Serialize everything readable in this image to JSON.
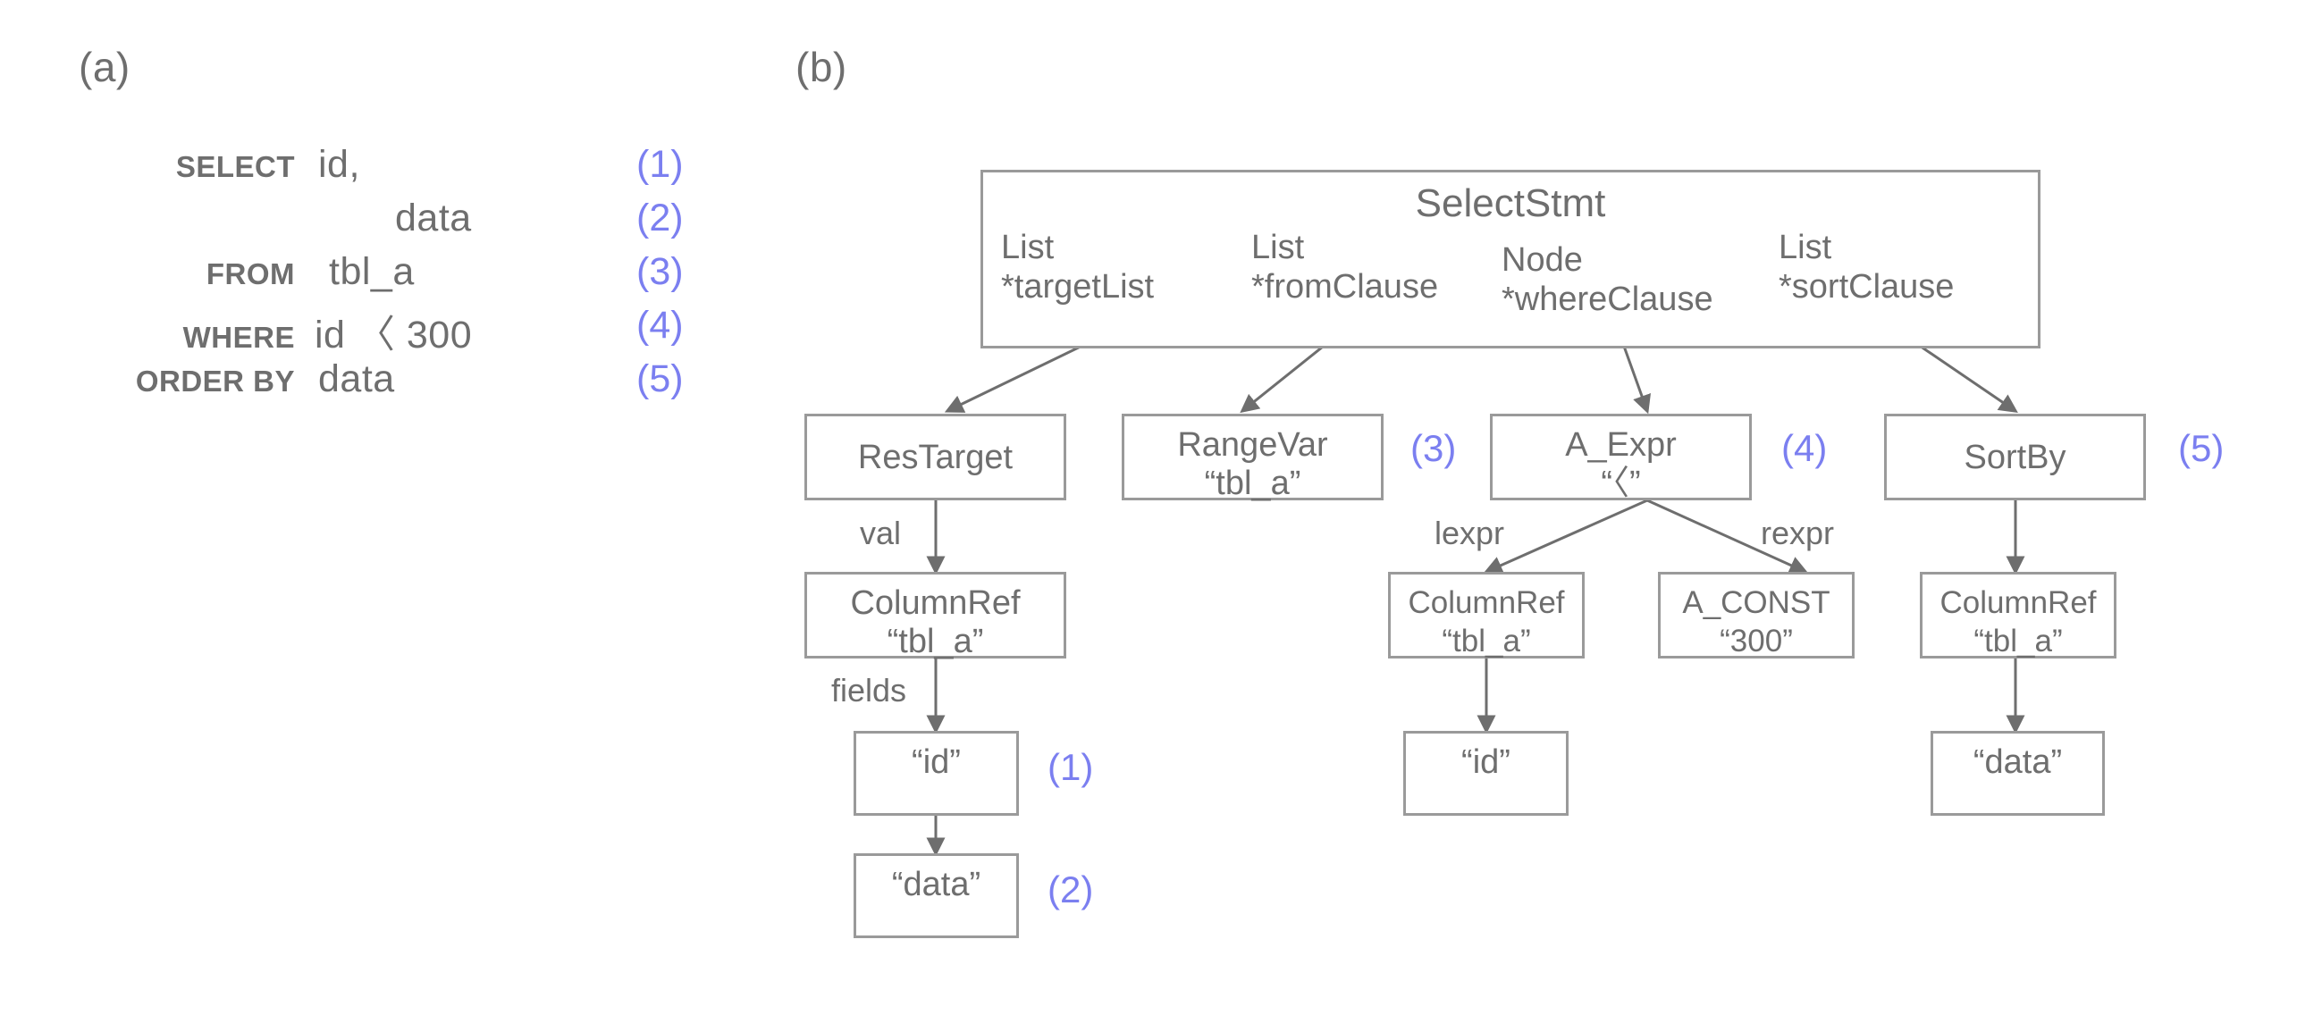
{
  "figure": {
    "panel_a_caption": "(a)",
    "panel_b_caption": "(b)",
    "accent_color": "#7b7ff0",
    "text_color": "#6e6e6e",
    "box_border_color": "#9a9a9a"
  },
  "sql": {
    "lines": [
      {
        "keyword": "SELECT",
        "value": "id,",
        "number": "(1)"
      },
      {
        "keyword": "",
        "value": "data",
        "number": "(2)"
      },
      {
        "keyword": "FROM",
        "value": "tbl_a",
        "number": "(3)"
      },
      {
        "keyword": "WHERE",
        "value": "id 〈 300",
        "number": "(4)"
      },
      {
        "keyword": "ORDER BY",
        "value": "data",
        "number": "(5)"
      }
    ]
  },
  "tree": {
    "root": {
      "title": "SelectStmt",
      "fields": [
        {
          "type": "List",
          "name": "*targetList"
        },
        {
          "type": "List",
          "name": "*fromClause"
        },
        {
          "type": "Node",
          "name": "*whereClause"
        },
        {
          "type": "List",
          "name": "*sortClause"
        }
      ]
    },
    "nodes": {
      "restarget": {
        "title": "ResTarget",
        "sub": ""
      },
      "rangevar": {
        "title": "RangeVar",
        "sub": "“tbl_a”"
      },
      "a_expr": {
        "title": "A_Expr",
        "sub": "“〈”"
      },
      "sortby": {
        "title": "SortBy",
        "sub": ""
      },
      "columnref_tl": {
        "title": "ColumnRef",
        "sub": "“tbl_a”"
      },
      "columnref_lexpr": {
        "title": "ColumnRef",
        "sub": "“tbl_a”"
      },
      "a_const": {
        "title": "A_CONST",
        "sub": "“300”"
      },
      "columnref_sort": {
        "title": "ColumnRef",
        "sub": "“tbl_a”"
      },
      "leaf_id_tl": {
        "title": "“id”",
        "sub": ""
      },
      "leaf_data_tl": {
        "title": "“data”",
        "sub": ""
      },
      "leaf_id_where": {
        "title": "“id”",
        "sub": ""
      },
      "leaf_data_sort": {
        "title": "“data”",
        "sub": ""
      }
    },
    "edge_labels": {
      "val": "val",
      "fields": "fields",
      "lexpr": "lexpr",
      "rexpr": "rexpr"
    },
    "numbers": {
      "rangevar": "(3)",
      "a_expr": "(4)",
      "sortby": "(5)",
      "leaf_id_tl": "(1)",
      "leaf_data_tl": "(2)"
    }
  }
}
